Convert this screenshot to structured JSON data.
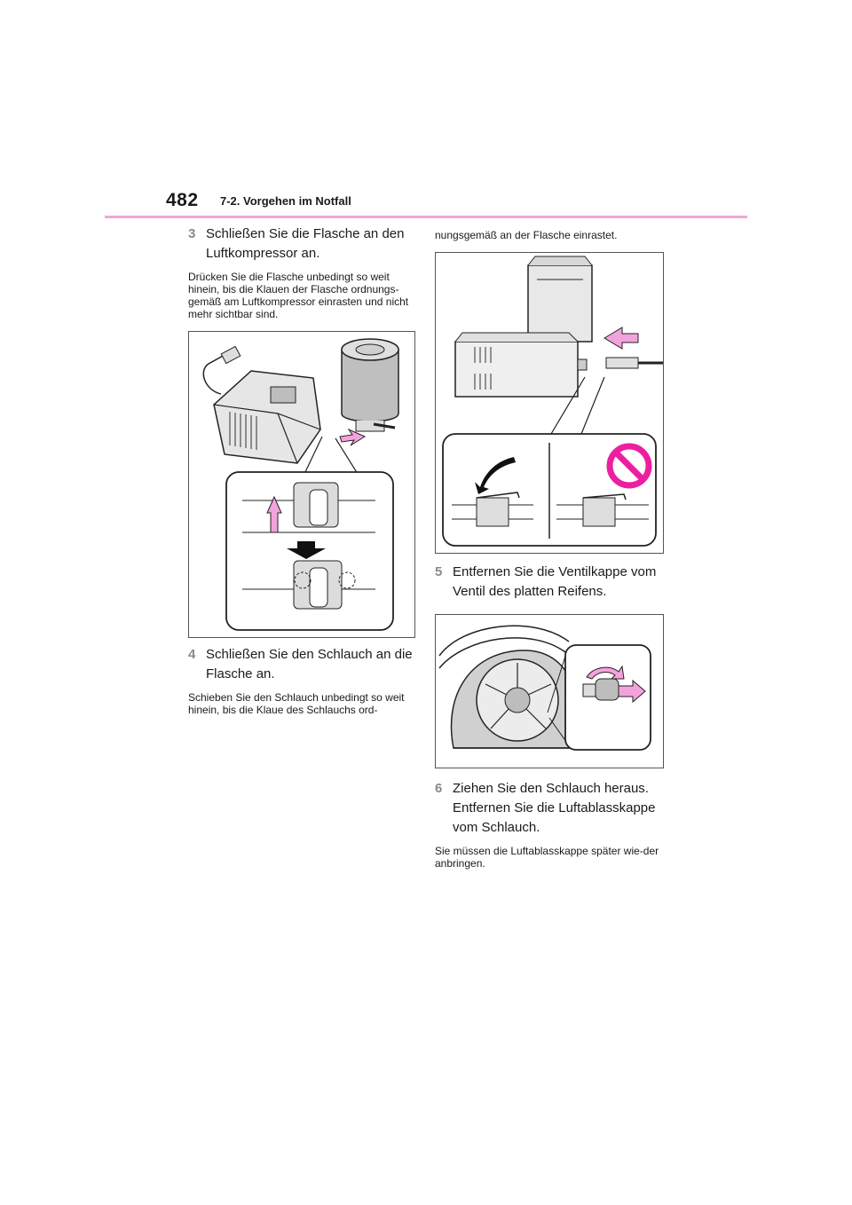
{
  "header": {
    "page_number": "482",
    "section_title": "7-2. Vorgehen im Notfall",
    "accent_color": "#f0a6d8"
  },
  "left": {
    "step3": {
      "number": "3",
      "title": "Schließen Sie die Flasche an den Luftkompressor an.",
      "note": "Drücken Sie die Flasche unbedingt so weit hinein, bis die Klauen der Flasche ordnungs-gemäß am Luftkompressor einrasten und nicht mehr sichtbar sind."
    },
    "step4": {
      "number": "4",
      "title": "Schließen Sie den Schlauch an die Flasche an.",
      "note": "Schieben Sie den Schlauch unbedingt so weit hinein, bis die Klaue des Schlauchs ord-"
    }
  },
  "right": {
    "step4_continued": "nungsgemäß an der Flasche einrastet.",
    "step5": {
      "number": "5",
      "title": "Entfernen Sie die Ventilkappe vom Ventil des platten Reifens."
    },
    "step6": {
      "number": "6",
      "title_line1": "Ziehen Sie den Schlauch heraus.",
      "title_line2": "Entfernen Sie die Luftablasskappe vom Schlauch.",
      "note": "Sie müssen die Luftablasskappe später wie-der anbringen."
    }
  },
  "icons": {
    "arrow_color": "#f3a3dc",
    "prohibition_color": "#ec1fa0"
  }
}
